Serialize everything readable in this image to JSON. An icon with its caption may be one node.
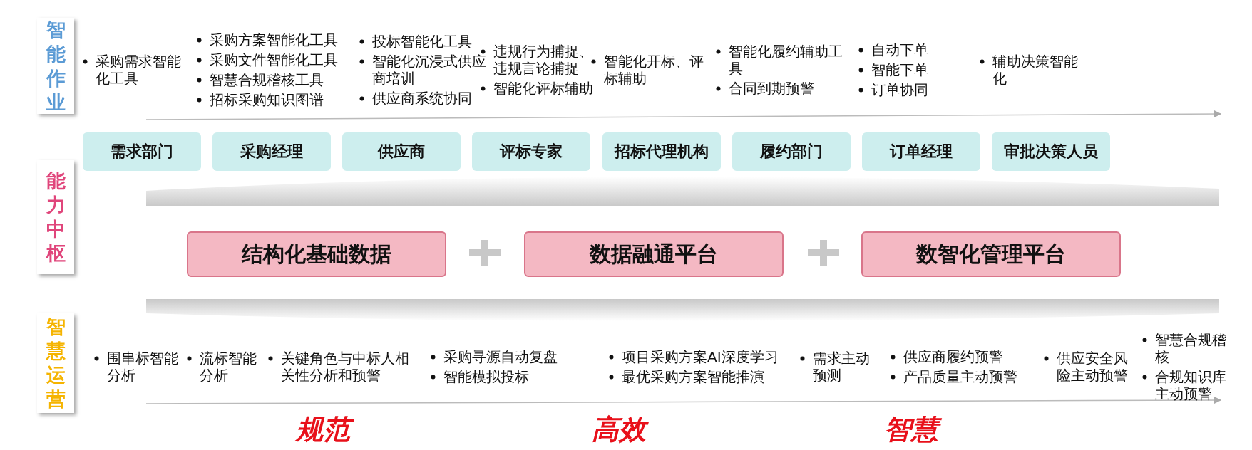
{
  "diagram": {
    "nodes": [
      {
        "text": [
          "智能作业"
        ]
      },
      {
        "text": [
          "需求部门"
        ]
      },
      {
        "text": [
          "采购经理"
        ]
      },
      {
        "text": [
          "供应商"
        ]
      },
      {
        "text": [
          "评标专家"
        ]
      },
      {
        "text": [
          "招标代理机构"
        ]
      },
      {
        "text": [
          "履约部门"
        ]
      },
      {
        "text": [
          "订单经理"
        ]
      },
      {
        "text": [
          "审批决策人员"
        ]
      },
      {
        "text": [],
        "shape": "band"
      },
      {
        "text": [
          "能力中枢"
        ]
      },
      {
        "text": [
          "结构化基础数据"
        ]
      },
      {
        "text": [
          "数据融通平台"
        ]
      },
      {
        "text": [
          "数智化管理平台"
        ]
      },
      {
        "text": [],
        "shape": "band"
      },
      {
        "text": [
          "智慧运营"
        ]
      }
    ],
    "edges": [],
    "labels": [
      "采购需求智能化工具",
      "采购方案智能化工具",
      "采购文件智能化工具",
      "智慧合规稽核工具",
      "招标采购知识图谱",
      "投标智能化工具",
      "智能化沉浸式供应商培训",
      "供应商系统协同",
      "违规行为捕捉、违规言论捕捉",
      "智能化评标辅助",
      "智能化开标、评标辅助",
      "智能化履约辅助工具",
      "合同到期预警",
      "自动下单",
      "智能下单",
      "订单协同",
      "辅助决策智能化",
      "围串标智能分析",
      "流标智能分析",
      "关键角色与中标人相关性分析和预警",
      "采购寻源自动复盘",
      "智能模拟投标",
      "项目采购方案AI深度学习",
      "最优采购方案智能推演",
      "需求主动预测",
      "供应商履约预警",
      "产品质量主动预警",
      "供应安全风险主动预警",
      "智慧合规稽核",
      "合规知识库主动预警",
      "规范",
      "高效",
      "智慧"
    ]
  }
}
